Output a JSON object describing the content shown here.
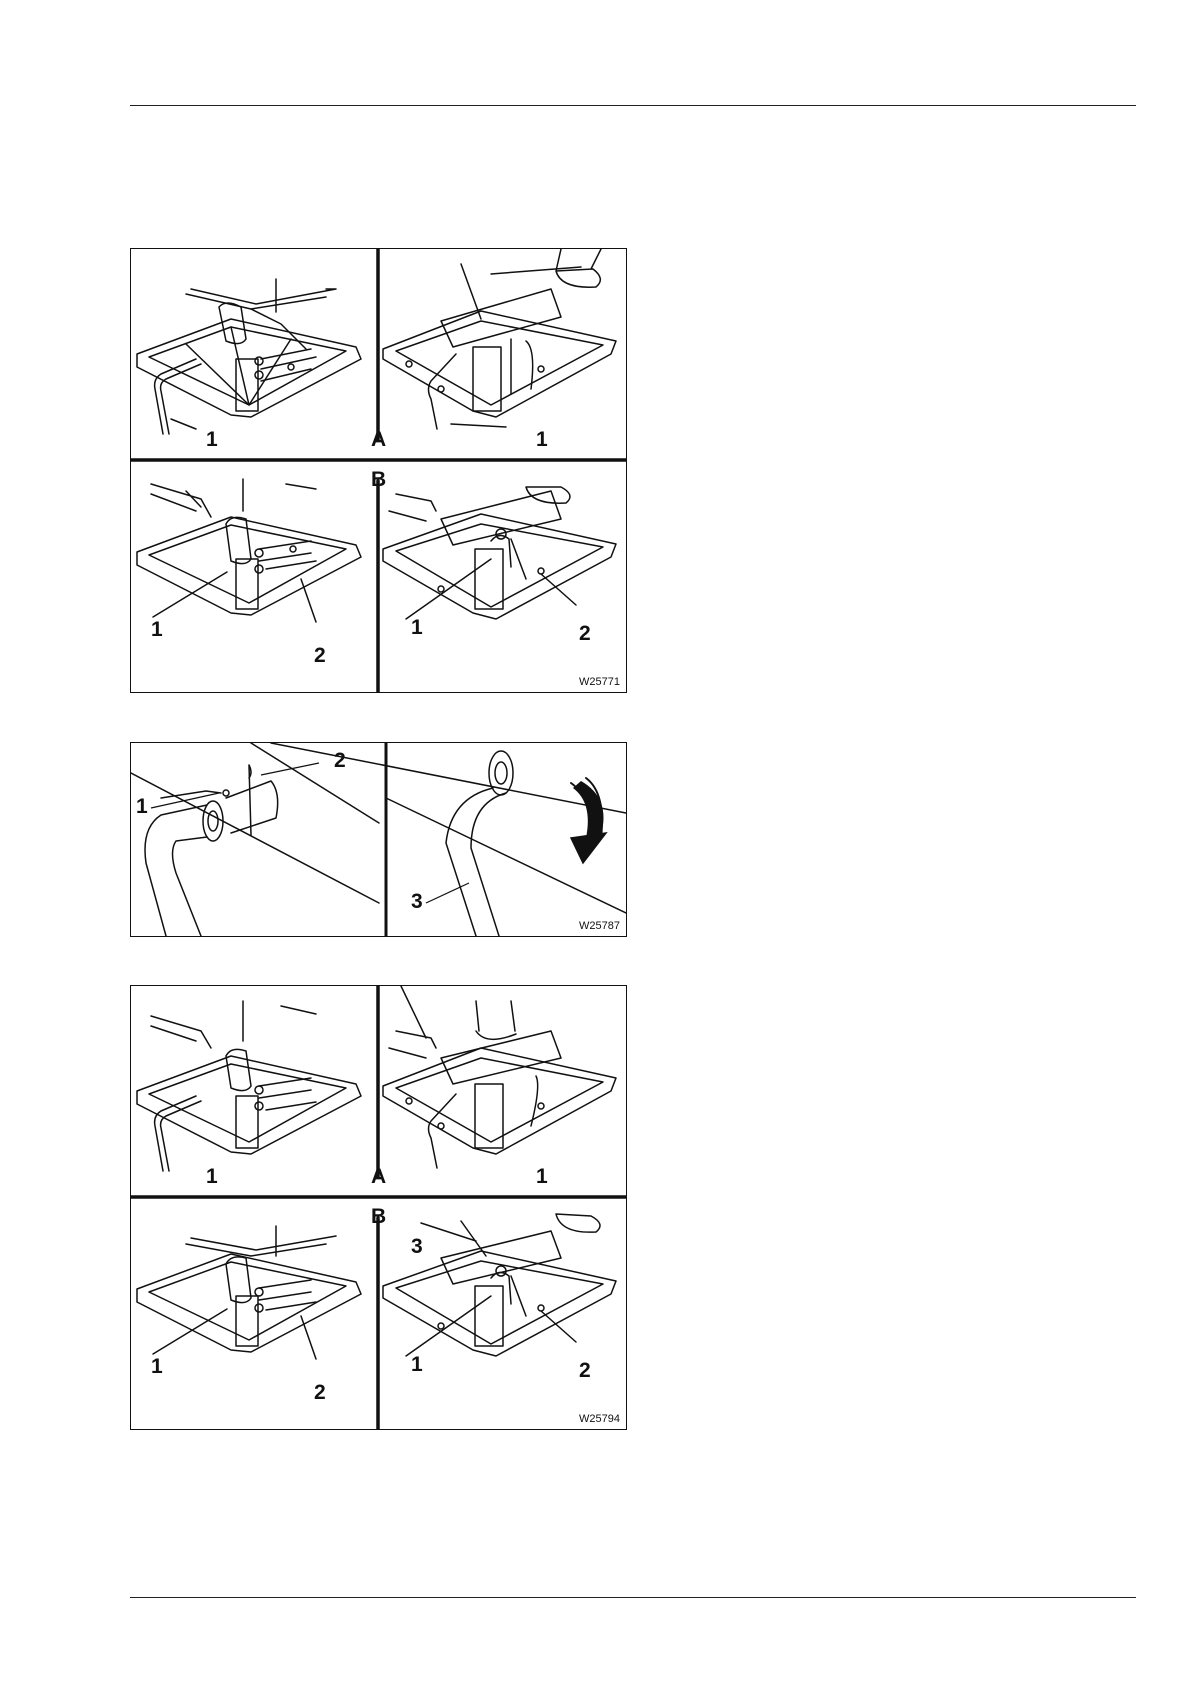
{
  "figures": [
    {
      "id": "W25771",
      "code": "W25771",
      "section_labels": {
        "a": "A",
        "b": "B"
      },
      "callouts": {
        "p1": "1",
        "p2": "1",
        "p3": "1",
        "p4": "2",
        "p5": "1",
        "p6": "2"
      }
    },
    {
      "id": "W25787",
      "code": "W25787",
      "callouts": {
        "p1": "1",
        "p2": "2",
        "p3": "3"
      }
    },
    {
      "id": "W25794",
      "code": "W25794",
      "section_labels": {
        "a": "A",
        "b": "B"
      },
      "callouts": {
        "p1": "1",
        "p2": "1",
        "p3": "1",
        "p4": "2",
        "p5": "3",
        "p6": "1",
        "p7": "2"
      }
    }
  ]
}
